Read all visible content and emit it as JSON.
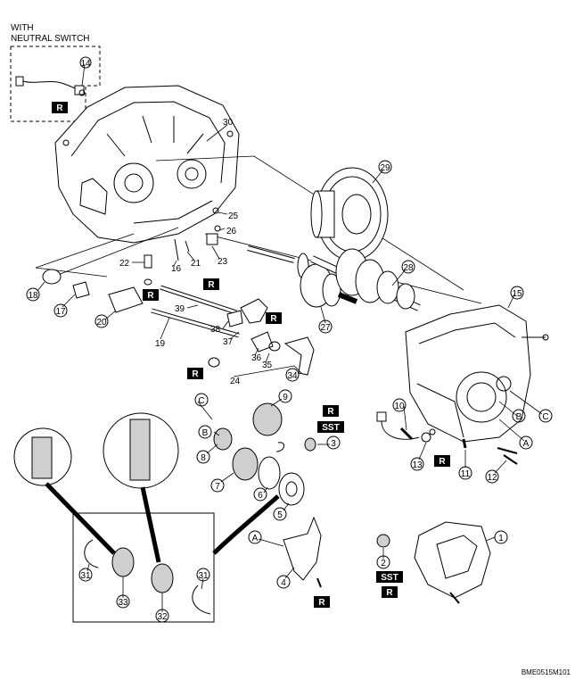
{
  "header": {
    "line1": "WITH",
    "line2": "NEUTRAL SWITCH"
  },
  "caption": "BME0515M101",
  "badges": {
    "replace": "R",
    "special_tool": "SST"
  },
  "parts": {
    "p1": "1",
    "p2": "2",
    "p3": "3",
    "p4": "4",
    "p5": "5",
    "p6": "6",
    "p7": "7",
    "p8": "8",
    "p9": "9",
    "p10": "10",
    "p11": "11",
    "p12": "12",
    "p13": "13",
    "p14": "14",
    "p15": "15",
    "p16": "16",
    "p17": "17",
    "p18": "18",
    "p19": "19",
    "p20": "20",
    "p21": "21",
    "p22": "22",
    "p23": "23",
    "p24": "24",
    "p25": "25",
    "p26": "26",
    "p27": "27",
    "p28": "28",
    "p29": "29",
    "p30": "30",
    "p31a": "31",
    "p31b": "31",
    "p32": "32",
    "p33": "33",
    "p34": "34",
    "p35": "35",
    "p36": "36",
    "p37": "37",
    "p38": "38",
    "p39": "39"
  },
  "callouts": {
    "a1": "A",
    "a2": "A",
    "b1": "B",
    "b2": "B",
    "c1": "C",
    "c2": "C"
  }
}
